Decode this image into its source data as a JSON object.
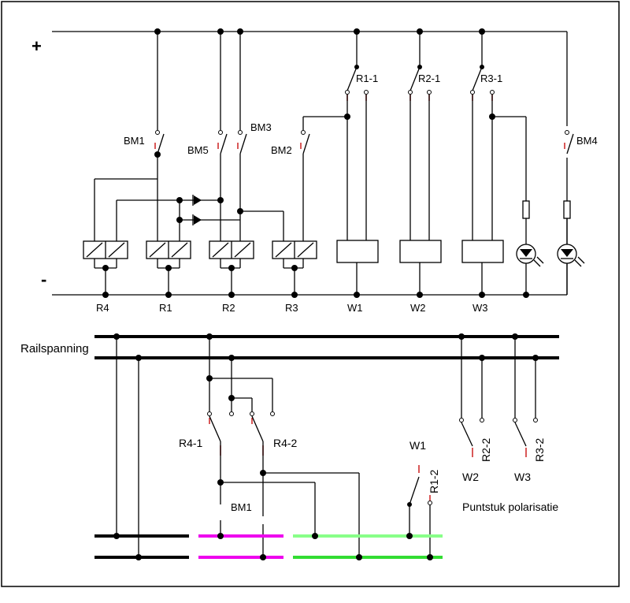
{
  "labels": {
    "plus": "+",
    "minus": "-",
    "bm1": "BM1",
    "bm5": "BM5",
    "bm3": "BM3",
    "bm2": "BM2",
    "bm4": "BM4",
    "r1_1": "R1-1",
    "r2_1": "R2-1",
    "r3_1": "R3-1",
    "r4": "R4",
    "r1": "R1",
    "r2": "R2",
    "r3": "R3",
    "w1": "W1",
    "w2": "W2",
    "w3": "W3",
    "railspanning": "Railspanning",
    "r4_1": "R4-1",
    "r4_2": "R4-2",
    "bm1_bottom": "BM1",
    "w1_bottom": "W1",
    "r1_2": "R1-2",
    "r2_2": "R2-2",
    "r3_2": "R3-2",
    "w2_bottom": "W2",
    "w3_bottom": "W3",
    "puntstuk": "Puntstuk polarisatie"
  },
  "colors": {
    "wire": "#000000",
    "contact_marker": "#cc2020",
    "track_magenta": "#ee00ee",
    "track_light_green": "#88ff88",
    "track_green": "#33dd33"
  }
}
